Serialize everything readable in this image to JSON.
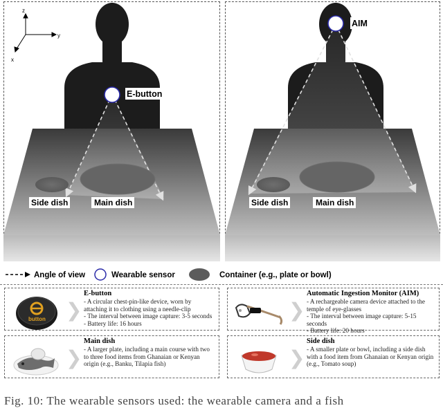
{
  "left_panel": {
    "sensor_label": "E-button",
    "side_dish_label": "Side dish",
    "main_dish_label": "Main dish",
    "axes": {
      "z": "z",
      "y": "y",
      "x": "x"
    }
  },
  "right_panel": {
    "sensor_label": "AIM",
    "side_dish_label": "Side dish",
    "main_dish_label": "Main dish"
  },
  "legend": {
    "angle_of_view": "Angle of view",
    "wearable_sensor": "Wearable sensor",
    "container": "Container (e.g., plate or bowl)"
  },
  "cards": {
    "ebutton": {
      "title": "E-button",
      "thumb_text": "button",
      "lines": [
        "- A circular chest-pin-like device, worn by attaching it to clothing using a needle-clip",
        "- The interval between image capture: 3-5 seconds",
        "- Battery life: 16 hours"
      ]
    },
    "aim": {
      "title": "Automatic Ingestion Monitor (AIM)",
      "lines": [
        "- A rechargeable camera device attached to the temple of eye-glasses",
        "- The interval between image capture: 5-15 seconds",
        "- Battery life: 20 hours"
      ]
    },
    "main_dish": {
      "title": "Main dish",
      "lines": [
        "- A larger plate, including a main course with two to three food items from Ghanaian or Kenyan origin (e.g., Banku, Tilapia fish)"
      ]
    },
    "side_dish": {
      "title": "Side dish",
      "lines": [
        "- A smaller plate or bowl, including a side dish with a food item from Ghanaian or Kenyan origin (e.g., Tomato soup)"
      ]
    }
  },
  "caption": "Fig. 10: The wearable sensors used: the wearable camera and a fish"
}
